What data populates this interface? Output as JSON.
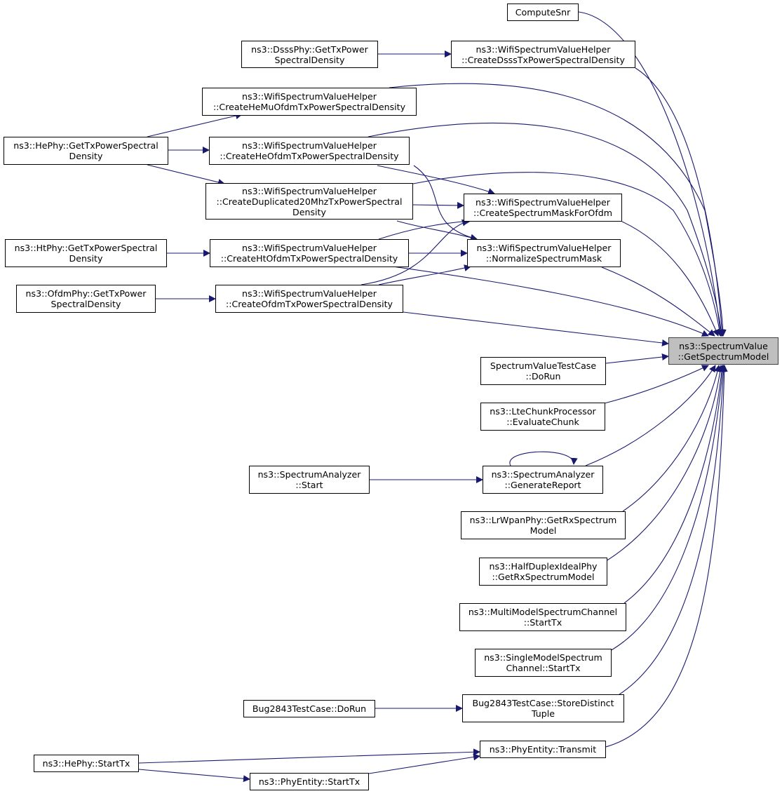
{
  "colors": {
    "edge": "#191970",
    "node_border": "#000000",
    "target_fill": "#bfbfbf"
  },
  "nodes": {
    "target": {
      "label": "ns3::SpectrumValue\n::GetSpectrumModel"
    },
    "computesnr": {
      "label": "ComputeSnr"
    },
    "dsss_get": {
      "label": "ns3::DsssPhy::GetTxPower\nSpectralDensity"
    },
    "create_dsss": {
      "label": "ns3::WifiSpectrumValueHelper\n::CreateDsssTxPowerSpectralDensity"
    },
    "create_hemu": {
      "label": "ns3::WifiSpectrumValueHelper\n::CreateHeMuOfdmTxPowerSpectralDensity"
    },
    "he_get": {
      "label": "ns3::HePhy::GetTxPowerSpectral\nDensity"
    },
    "create_he": {
      "label": "ns3::WifiSpectrumValueHelper\n::CreateHeOfdmTxPowerSpectralDensity"
    },
    "create_dup": {
      "label": "ns3::WifiSpectrumValueHelper\n::CreateDuplicated20MhzTxPowerSpectral\nDensity"
    },
    "create_mask": {
      "label": "ns3::WifiSpectrumValueHelper\n::CreateSpectrumMaskForOfdm"
    },
    "ht_get": {
      "label": "ns3::HtPhy::GetTxPowerSpectral\nDensity"
    },
    "create_ht": {
      "label": "ns3::WifiSpectrumValueHelper\n::CreateHtOfdmTxPowerSpectralDensity"
    },
    "normalize": {
      "label": "ns3::WifiSpectrumValueHelper\n::NormalizeSpectrumMask"
    },
    "ofdm_get": {
      "label": "ns3::OfdmPhy::GetTxPower\nSpectralDensity"
    },
    "create_ofdm": {
      "label": "ns3::WifiSpectrumValueHelper\n::CreateOfdmTxPowerSpectralDensity"
    },
    "svtest": {
      "label": "SpectrumValueTestCase\n::DoRun"
    },
    "lte": {
      "label": "ns3::LteChunkProcessor\n::EvaluateChunk"
    },
    "analyzer_start": {
      "label": "ns3::SpectrumAnalyzer\n::Start"
    },
    "genreport": {
      "label": "ns3::SpectrumAnalyzer\n::GenerateReport"
    },
    "lrwpan": {
      "label": "ns3::LrWpanPhy::GetRxSpectrum\nModel"
    },
    "halfduplex": {
      "label": "ns3::HalfDuplexIdealPhy\n::GetRxSpectrumModel"
    },
    "multimodel": {
      "label": "ns3::MultiModelSpectrumChannel\n::StartTx"
    },
    "singlemodel": {
      "label": "ns3::SingleModelSpectrum\nChannel::StartTx"
    },
    "bug_dorun": {
      "label": "Bug2843TestCase::DoRun"
    },
    "bug_store": {
      "label": "Bug2843TestCase::StoreDistinct\nTuple"
    },
    "transmit": {
      "label": "ns3::PhyEntity::Transmit"
    },
    "hephy_starttx": {
      "label": "ns3::HePhy::StartTx"
    },
    "phyentity_starttx": {
      "label": "ns3::PhyEntity::StartTx"
    }
  }
}
